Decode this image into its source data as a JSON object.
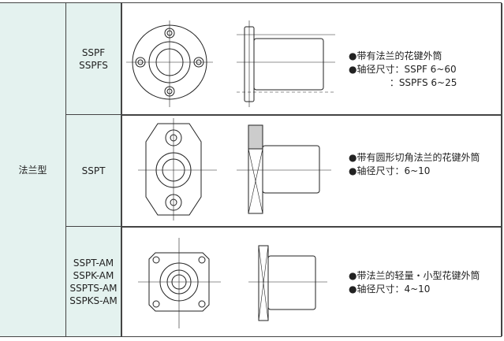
{
  "category": "法兰型",
  "rows": [
    {
      "models": [
        "SSPF",
        "SSPFS"
      ],
      "desc": [
        "●带有法兰的花键外筒",
        "●轴径尺寸：SSPF 6~60",
        "　　　　 ：SSPFS 6~25"
      ]
    },
    {
      "models": [
        "SSPT"
      ],
      "desc": [
        "●带有圆形切角法兰的花键外筒",
        "●轴径尺寸：6~10"
      ]
    },
    {
      "models": [
        "SSPT-AM",
        "SSPK-AM",
        "SSPTS-AM",
        "SSPKS-AM"
      ],
      "desc": [
        "●带法兰的轻量・小型花键外筒",
        "●轴径尺寸：4~10"
      ]
    }
  ]
}
